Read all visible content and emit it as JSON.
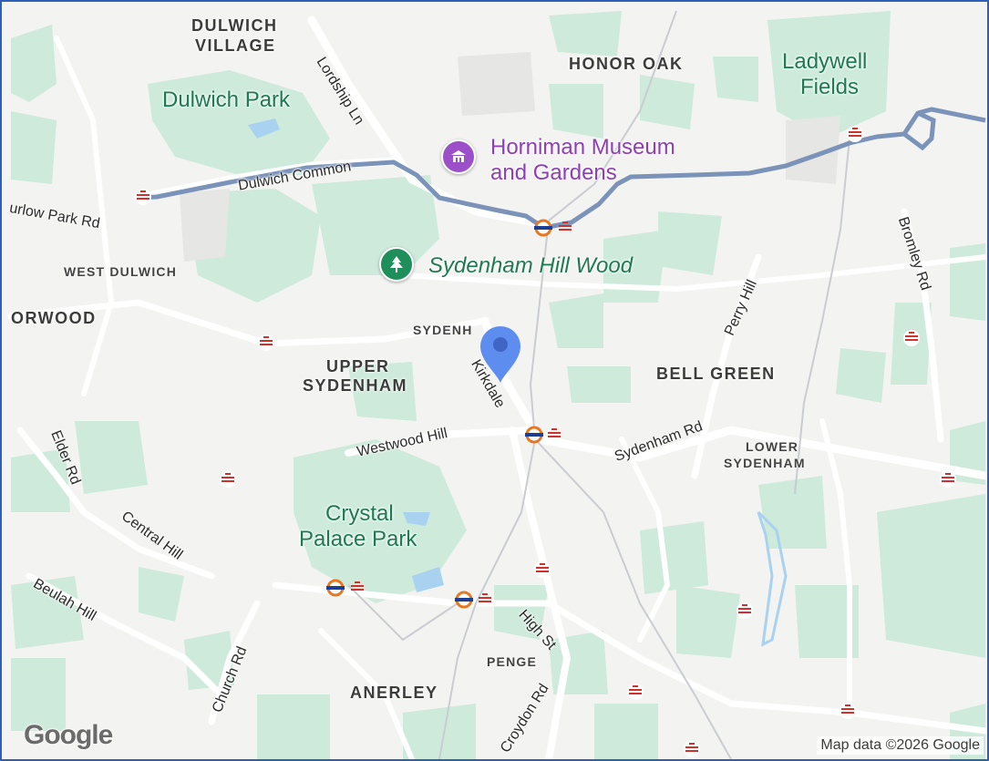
{
  "map": {
    "districts": {
      "dulwich_village_1": "DULWICH",
      "dulwich_village_2": "VILLAGE",
      "honor_oak": "HONOR OAK",
      "west_dulwich": "WEST DULWICH",
      "norwood_partial": "ORWOOD",
      "sydenham_partial": "SYDENH",
      "upper_sydenham_1": "UPPER",
      "upper_sydenham_2": "SYDENHAM",
      "bell_green": "BELL GREEN",
      "lower_sydenham_1": "LOWER",
      "lower_sydenham_2": "SYDENHAM",
      "penge": "PENGE",
      "anerley": "ANERLEY"
    },
    "parks": {
      "dulwich_park": "Dulwich Park",
      "ladywell_1": "Ladywell",
      "ladywell_2": "Fields",
      "crystal_palace_1": "Crystal",
      "crystal_palace_2": "Palace Park"
    },
    "pois": {
      "horniman_1": "Horniman Museum",
      "horniman_2": "and Gardens",
      "horniman_icon": "museum-icon",
      "wood": "Sydenham Hill Wood",
      "wood_icon": "tree-icon"
    },
    "roads": {
      "lordship_ln": "Lordship Ln",
      "dulwich_common": "Dulwich Common",
      "thurlow_park_rd": "urlow Park Rd",
      "perry_hill": "Perry Hill",
      "bromley_rd": "Bromley Rd",
      "kirkdale": "Kirkdale",
      "westwood_hill": "Westwood Hill",
      "sydenham_rd": "Sydenham Rd",
      "elder_rd": "Elder Rd",
      "central_hill": "Central Hill",
      "beulah_hill": "Beulah Hill",
      "church_rd": "Church Rd",
      "high_st": "High St",
      "croydon_rd": "Croydon Rd"
    },
    "marker_icon": "location-pin-icon",
    "marker_color": "#5e8df0",
    "route_color": "#7b93b9",
    "station_icon": "national-rail-icon",
    "underground_icon": "overground-roundel-icon"
  },
  "footer": {
    "logo": "Google",
    "attribution": "Map data ©2026 Google"
  }
}
